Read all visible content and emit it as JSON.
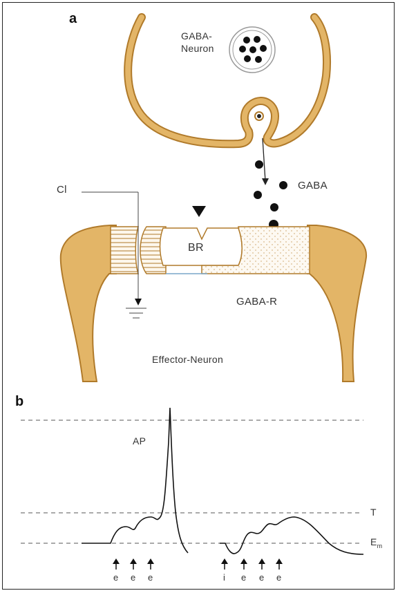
{
  "panel_a": {
    "label": "a",
    "gaba_neuron_line1": "GABA-",
    "gaba_neuron_line2": "Neuron",
    "gaba_label": "GABA",
    "cl_label": "Cl",
    "br_label": "BR",
    "gaba_r_label": "GABA-R",
    "effector_label": "Effector-Neuron"
  },
  "panel_b": {
    "label": "b",
    "ap_label": "AP",
    "threshold_label": "T",
    "resting_label": "E",
    "resting_subscript": "m",
    "left_stimuli": [
      "e",
      "e",
      "e"
    ],
    "right_stimuli": [
      "i",
      "e",
      "e",
      "e"
    ]
  },
  "colors": {
    "membrane": "#e3b567",
    "outline": "#b07a2a",
    "line": "#222222"
  }
}
